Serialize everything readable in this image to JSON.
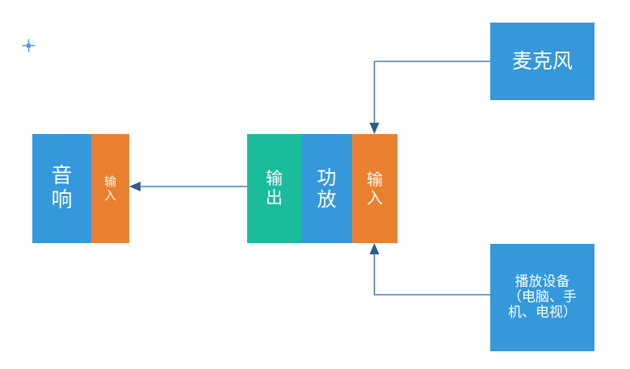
{
  "colors": {
    "blue": "#3498db",
    "orange": "#e8802f",
    "teal": "#1abc9c",
    "connector": "#4a7ebb",
    "arrowhead": "#2e5d8a",
    "background": "#ffffff",
    "cursor": "#5b9bd5"
  },
  "nodes": {
    "speaker": {
      "body_label": "音响",
      "body_chars": [
        "音",
        "响"
      ],
      "input_label": "输入",
      "input_chars": [
        "输",
        "入"
      ]
    },
    "amplifier": {
      "output_label": "输出",
      "output_chars": [
        "输",
        "出"
      ],
      "body_label": "功放",
      "body_chars": [
        "功",
        "放"
      ],
      "input_label": "输入",
      "input_chars": [
        "输",
        "入"
      ]
    },
    "microphone": {
      "label": "麦克风"
    },
    "player": {
      "label": "播放设备（电脑、手机、电视）",
      "lines": [
        "播放设备",
        "（电脑、手",
        "机、电视）"
      ]
    }
  },
  "connectors": [
    {
      "name": "microphone-to-amplifier-input",
      "from": "麦克风",
      "to": "输入",
      "direction": "down"
    },
    {
      "name": "player-to-amplifier-input",
      "from": "播放设备（电脑、手机、电视）",
      "to": "输入",
      "direction": "up"
    },
    {
      "name": "amplifier-output-to-speaker-input",
      "from": "输出",
      "to": "输入",
      "direction": "left"
    }
  ],
  "cursor": {
    "icon": "crosshair-cursor"
  }
}
